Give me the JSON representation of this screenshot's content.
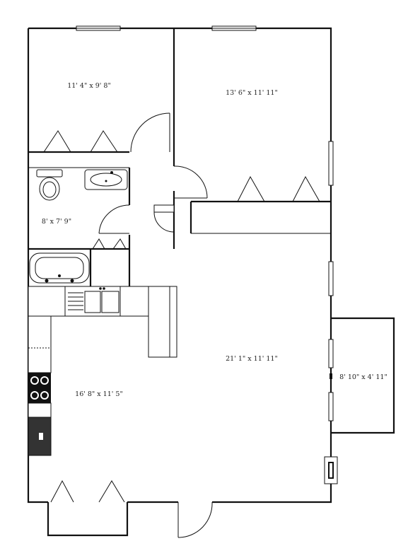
{
  "rooms": {
    "bedroom_1": "11' 4\" x 9' 8\"",
    "bedroom_2": "13' 6\" x 11' 11\"",
    "bathroom": "8' x 7' 9\"",
    "kitchen": "16' 8\" x 11' 5\"",
    "living": "21' 1\" x 11' 11\"",
    "porch": "8' 10\" x 4' 11\""
  },
  "icons": [
    "window-icon",
    "door-icon",
    "closet-door-icon",
    "toilet-icon",
    "sink-icon",
    "bathtub-icon",
    "kitchen-sink-icon",
    "stove-icon",
    "refrigerator-icon"
  ]
}
